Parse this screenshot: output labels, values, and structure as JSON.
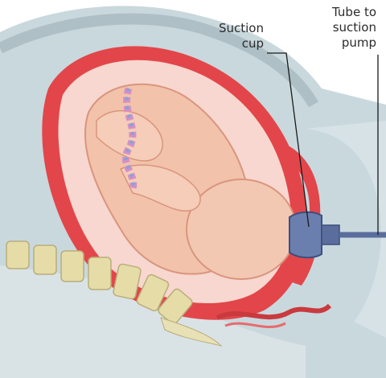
{
  "labels": {
    "suction_cup": [
      "Suction",
      "cup"
    ],
    "tube": [
      "Tube to",
      "suction",
      "pump"
    ]
  },
  "colors": {
    "tissue_outer": "#b9c9d0",
    "uterus": "#e2464a",
    "fetus": "#f2c2aa",
    "amniotic": "#f7d7cf",
    "spine": "#e6dca8",
    "cup": "#6b7fae",
    "cord_pink": "#d690c4",
    "cord_blue": "#8aa0d8"
  }
}
